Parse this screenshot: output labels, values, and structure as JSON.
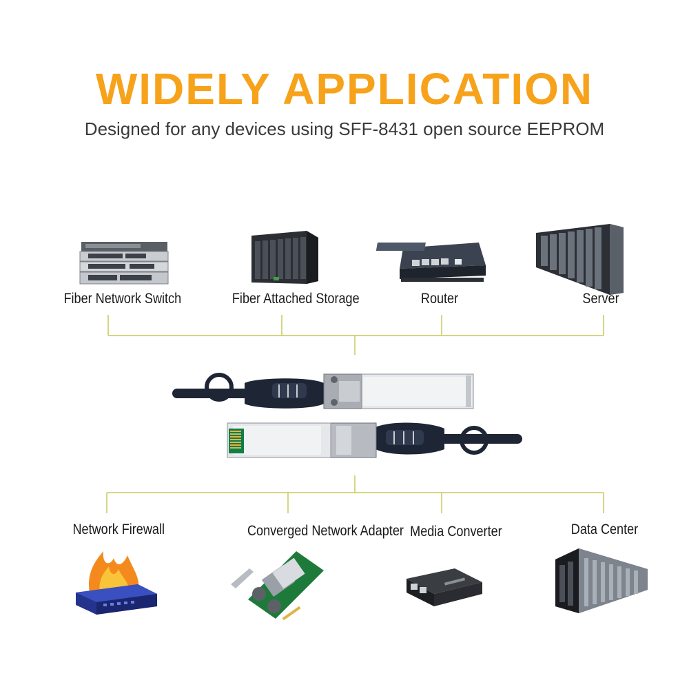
{
  "header": {
    "title": "WIDELY APPLICATION",
    "subtitle": "Designed for any devices using SFF-8431 open source EEPROM"
  },
  "colors": {
    "title": "#f7a21b",
    "connector_line": "#c8c85a",
    "cable": "#1e2535"
  },
  "top_devices": [
    {
      "label": "Fiber Network Switch",
      "icon": "network-switch-icon"
    },
    {
      "label": "Fiber Attached Storage",
      "icon": "storage-array-icon"
    },
    {
      "label": "Router",
      "icon": "router-icon"
    },
    {
      "label": "Server",
      "icon": "server-rack-icon"
    }
  ],
  "bottom_devices": [
    {
      "label": "Network Firewall",
      "icon": "firewall-icon"
    },
    {
      "label": "Converged Network Adapter",
      "icon": "network-card-icon"
    },
    {
      "label": "Media Converter",
      "icon": "media-converter-icon"
    },
    {
      "label": "Data Center",
      "icon": "data-center-icon"
    }
  ]
}
